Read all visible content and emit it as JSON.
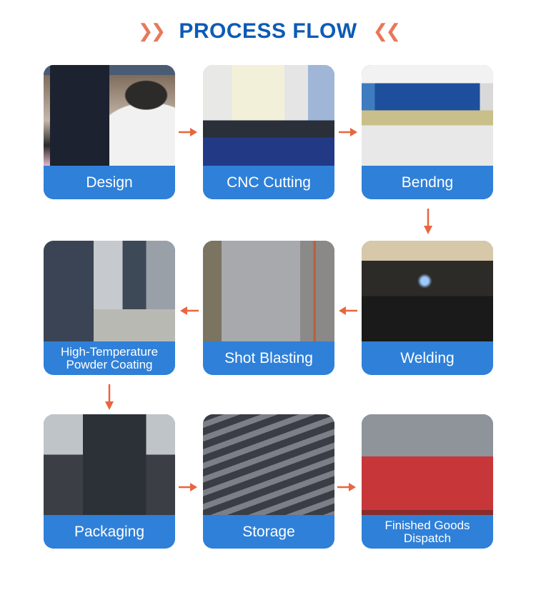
{
  "header": {
    "title": "PROCESS FLOW",
    "left_chevrons": "»",
    "right_chevrons": "«"
  },
  "colors": {
    "title": "#0d5bb5",
    "label_band": "#2f80d8",
    "arrow": "#e8653f"
  },
  "steps": [
    {
      "label": "Design",
      "image": "designer-at-computer"
    },
    {
      "label": "CNC Cutting",
      "image": "laser-cutting-machine"
    },
    {
      "label": "Bendng",
      "image": "press-brake-bending"
    },
    {
      "label": "Welding",
      "image": "welder-at-work"
    },
    {
      "label": "Shot Blasting",
      "image": "blasted-steel-door"
    },
    {
      "label": "High-Temperature\nPowder Coating",
      "image": "powder-coating-line"
    },
    {
      "label": "Packaging",
      "image": "workers-packaging-door"
    },
    {
      "label": "Storage",
      "image": "warehouse-racks"
    },
    {
      "label": "Finished Goods\nDispatch",
      "image": "loading-truck"
    }
  ],
  "arrows": [
    {
      "from": 0,
      "to": 1,
      "direction": "right"
    },
    {
      "from": 1,
      "to": 2,
      "direction": "right"
    },
    {
      "from": 2,
      "to": 3,
      "direction": "down"
    },
    {
      "from": 3,
      "to": 4,
      "direction": "left"
    },
    {
      "from": 4,
      "to": 5,
      "direction": "left"
    },
    {
      "from": 5,
      "to": 6,
      "direction": "down"
    },
    {
      "from": 6,
      "to": 7,
      "direction": "right"
    },
    {
      "from": 7,
      "to": 8,
      "direction": "right"
    }
  ]
}
